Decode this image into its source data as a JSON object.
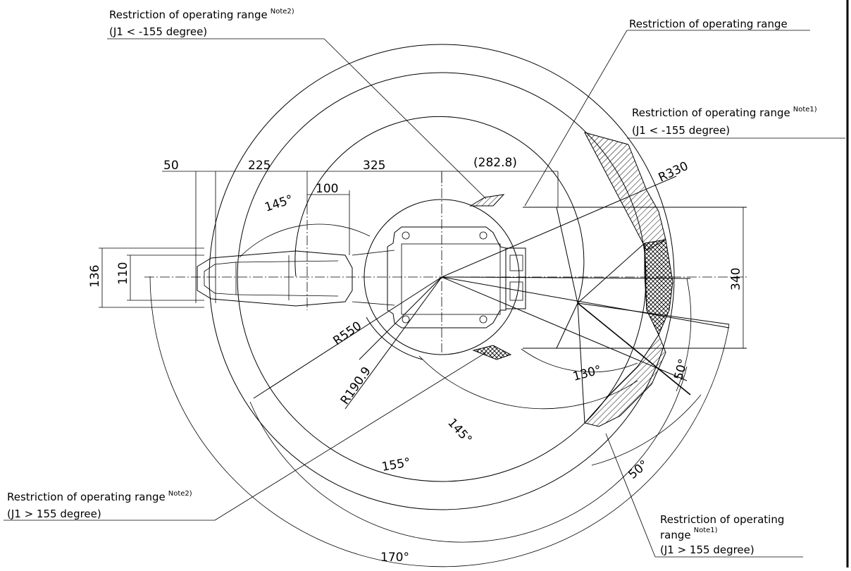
{
  "labels": {
    "top_left": {
      "text": "Restriction of operating range",
      "note": "Note2)",
      "condition": "(J1 < -155 degree)"
    },
    "top_center": {
      "text": "Restriction of operating range"
    },
    "right": {
      "text": "Restriction of operating range",
      "note": "Note1)",
      "condition": "(J1 < -155 degree)"
    },
    "bottom_left": {
      "text": "Restriction of operating range",
      "note": "Note2)",
      "condition": "(J1 > 155 degree)"
    },
    "bottom_right": {
      "line1": "Restriction of operating",
      "line2": "range",
      "note": "Note1)",
      "condition": "(J1 > 155 degree)"
    }
  },
  "dimensions": {
    "d50": "50",
    "d225": "225",
    "d325": "325",
    "d282": "(282.8)",
    "d100": "100",
    "d136": "136",
    "d110": "110",
    "d340": "340",
    "r330": "R330",
    "r550": "R550",
    "r190": "R190.9"
  },
  "angles": {
    "a145_top": "145°",
    "a145_bottom": "145°",
    "a130": "130°",
    "a50_right": "50°",
    "a50_bottom": "50°",
    "a155": "155°",
    "a170": "170°"
  }
}
